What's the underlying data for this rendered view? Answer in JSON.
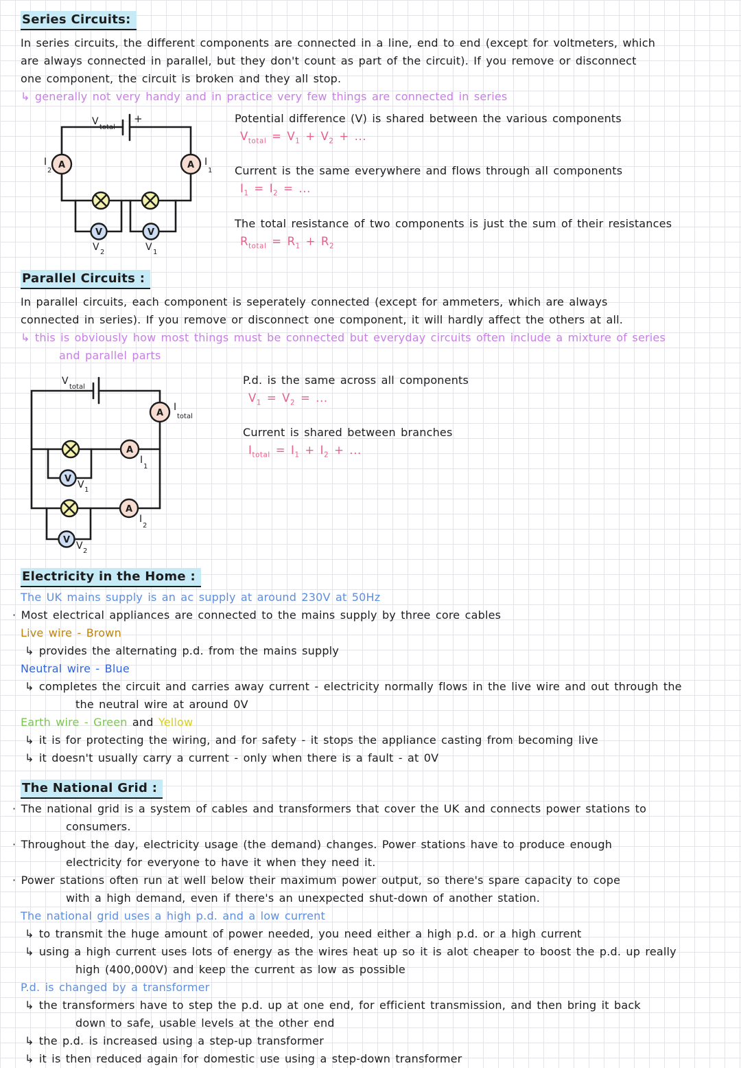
{
  "series": {
    "heading": "Series Circuits:",
    "intro": "In series circuits, the different components are connected in a line, end to end (except for voltmeters, which\nare always connected in parallel, but they don't count as part of the circuit). If you remove or disconnect\none component, the circuit is broken and they all stop.",
    "note": "↳ generally not very handy and in practice very few things are connected in series",
    "facts": [
      {
        "text": "Potential difference (V) is shared between the various components",
        "formula": "V_{total} = V_{1} + V_{2} + ..."
      },
      {
        "text": "Current is the same everywhere and flows through all components",
        "formula": "I_{1} = I_{2} = ..."
      },
      {
        "text": "The total resistance of two components is just the sum of their resistances",
        "formula": "R_{total} = R_{1} + R_{2}"
      }
    ],
    "diagram": {
      "battery_label": "V",
      "battery_label_sub": "total",
      "battery_plus": "+",
      "ammeter": "A",
      "voltmeter": "V",
      "left_current": "I",
      "left_current_sub": "2",
      "right_current": "I",
      "right_current_sub": "1",
      "left_volt": "V",
      "left_volt_sub": "2",
      "right_volt": "V",
      "right_volt_sub": "1"
    }
  },
  "parallel": {
    "heading": "Parallel Circuits :",
    "intro": "In parallel circuits, each component is seperately connected (except for ammeters, which are always\nconnected in series). If you remove or disconnect one component, it will hardly affect the others at all.",
    "note": "↳ this is obviously how most things must be connected but everyday circuits often include a mixture of series\nand parallel parts",
    "facts": [
      {
        "text": "P.d. is the same across all components",
        "formula": "V_{1} = V_{2} = ..."
      },
      {
        "text": "Current is shared between branches",
        "formula": "I_{total} = I_{1} + I_{2} + ..."
      }
    ],
    "diagram": {
      "battery_label": "V",
      "battery_label_sub": "total",
      "ammeter": "A",
      "voltmeter": "V",
      "total_current": "I",
      "total_current_sub": "total",
      "branch1_current": "I",
      "branch1_current_sub": "1",
      "branch2_current": "I",
      "branch2_current_sub": "2",
      "branch1_volt": "V",
      "branch1_volt_sub": "1",
      "branch2_volt": "V",
      "branch2_volt_sub": "2"
    }
  },
  "home": {
    "heading": "Electricity in the Home :",
    "intro_blue": "The UK mains supply is an ac supply at around 230V at 50Hz",
    "bullet1": "· Most electrical appliances are connected to the mains supply by three core cables",
    "live_label": "Live wire - Brown",
    "live_note": "↳ provides the alternating p.d. from the mains supply",
    "neutral_label": "Neutral wire - Blue",
    "neutral_note": "↳ completes the circuit and carries away current - electricity normally flows in the live wire and out through the\nthe neutral wire at around 0V",
    "earth_green_part": "Earth wire - Green",
    "earth_and_part": " and ",
    "earth_yellow_part": "Yellow",
    "earth_note1": "↳ it is for protecting the wiring, and for safety - it stops the appliance casting from becoming live",
    "earth_note2": "↳ it doesn't usually carry a current - only when there is a fault - at 0V"
  },
  "grid": {
    "heading": "The National Grid :",
    "bullet1": "· The national grid is a system of cables and transformers that cover the UK and connects power stations to\nconsumers.",
    "bullet2": "· Throughout the day, electricity usage (the demand) changes. Power stations have to produce enough\nelectricity for everyone to have it when they need it.",
    "bullet3": "· Power stations often run at well below their maximum power output, so there's spare capacity to cope\nwith a high demand, even if there's an unexpected shut-down of another station.",
    "blue1": "The national grid uses a high p.d. and a low current",
    "arrow1": "↳ to transmit the huge amount of power needed, you need either a high p.d. or a high current",
    "arrow2": "↳ using a high current uses lots of energy as the wires heat up so it is alot cheaper to boost the p.d. up really\nhigh (400,000V) and keep the current as low as possible",
    "blue2": "P.d. is changed by a transformer",
    "arrow3": "↳ the transformers have to step the p.d. up at one end, for efficient transmission, and then bring it back\ndown to safe, usable levels at the other end",
    "arrow4": "↳ the p.d. is increased using a step-up transformer",
    "arrow5": "↳ it is then reduced again for domestic use using a step-down transformer"
  }
}
